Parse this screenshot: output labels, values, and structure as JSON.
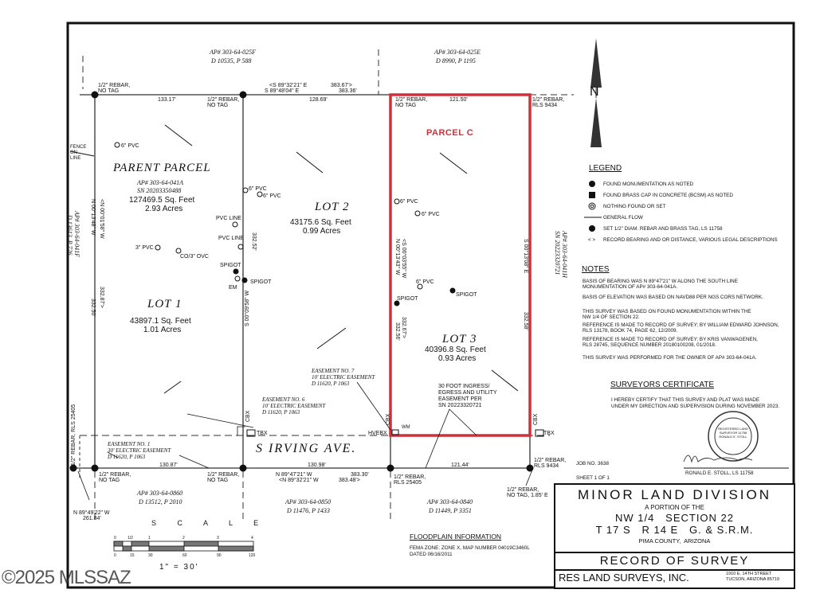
{
  "adjacent": {
    "north_west": {
      "apn": "AP# 303-64-025F",
      "deed": "D 10535, P 588"
    },
    "north_east": {
      "apn": "AP# 303-64-025E",
      "deed": "D 8990, P 1195"
    },
    "west": {
      "apn": "AP# 303-64-041F",
      "deed": "D 13613, P 726"
    },
    "east": {
      "apn": "AP# 303-64-041H",
      "sn": "SN 20223320721"
    },
    "south_1": {
      "apn": "AP# 303-64-0860",
      "deed": "D 13512, P 2010"
    },
    "south_2": {
      "apn": "AP# 303-64-0850",
      "deed": "D 11476, P 1433"
    },
    "south_3": {
      "apn": "AP# 303-64-0840",
      "deed": "D 11449, P 3351"
    }
  },
  "parcels": {
    "parent": {
      "name": "PARENT PARCEL",
      "apn": "AP# 303-64-041A",
      "sn": "SN 20203350488",
      "sqft": "127469.5 Sq. Feet",
      "acres": "2.93 Acres"
    },
    "lot1": {
      "name": "LOT 1",
      "sqft": "43897.1 Sq. Feet",
      "acres": "1.01 Acres"
    },
    "lot2": {
      "name": "LOT 2",
      "sqft": "43175.6 Sq. Feet",
      "acres": "0.99 Acres"
    },
    "lot3": {
      "name": "LOT 3",
      "sqft": "40396.8 Sq. Feet",
      "acres": "0.93 Acres"
    },
    "parcel_c": {
      "name": "PARCEL C",
      "color": "#d0303a"
    }
  },
  "monuments": {
    "rebar_no_tag": "1/2\" REBAR,",
    "no_tag": "NO TAG",
    "rls_9434": "RLS 9434",
    "rls_25405": "RLS 25405",
    "rebar_rot": "1/2\" REBAR, RLS 25405",
    "no_tag_185": "NO TAG, 1.85' E"
  },
  "dimensions": {
    "top_1": "133.17'",
    "top_2": "128.69'",
    "top_3": "121.50'",
    "top_record": "<S 89°32'21\" E",
    "top_record_dist": "383.67'>",
    "top_bearing": "S 89°48'04\" E",
    "top_dist": "383.36'",
    "bottom_1": "130.87'",
    "bottom_2": "130.98'",
    "bottom_3": "121.44'",
    "bottom_bearing": "N 89°47'21\" W",
    "bottom_record": "<N 89°32'21\" W",
    "bottom_dist": "383.30'",
    "bottom_record_dist": "383.48'>",
    "sw_bearing": "N 89°49'22\" W",
    "sw_dist": "261.84'",
    "west_bearing": "N 00°13'48\" W",
    "west_record": "<N 00°01'58\" W",
    "west_record_dist": "332.87'>",
    "west_dist": "332.50'",
    "mid_dist": "332.52'",
    "mid_bearing": "S 00°09'58\" W",
    "pc_record": "<S 00°03'55\" W",
    "pc_bearing": "N 00°13'43\" W",
    "pc_record_dist": "332.67'>",
    "pc_dist": "332.56'",
    "east_bearing": "S 00°13'08\" E",
    "east_dist": "332.58'"
  },
  "features": {
    "fence": "FENCE ON LINE",
    "pvc6": "6\" PVC",
    "pvc3": "3\" PVC",
    "co": "CO/3\" OVC",
    "pvc_line": "PVC LINE",
    "spigot": "SPIGOT",
    "em": "EM",
    "cbx": "CBX",
    "tbx": "TBX",
    "hvebx": "HVEBX",
    "wm": "WM"
  },
  "easements": {
    "e1": {
      "title": "EASEMENT NO. 1",
      "desc": "30' ELECTRIC EASEMENT",
      "ref": "D 11620, P 1063"
    },
    "e6": {
      "title": "EASEMENT NO. 6",
      "desc": "10' ELECTRIC EASEMENT",
      "ref": "D 11620, P 1063"
    },
    "e7": {
      "title": "EASEMENT NO. 7",
      "desc": "10' ELECTRIC EASEMENT",
      "ref": "D 11620, P 1063"
    },
    "ingress": [
      "30 FOOT INGRESS/",
      "EGRESS AND UTILITY",
      "EASEMENT PER",
      "SN 20223320721"
    ]
  },
  "street": "S IRVING AVE.",
  "north_arrow": "N",
  "scale": {
    "title": "S C A L E",
    "top_ticks": [
      "0",
      "1/2",
      "1",
      "2",
      "3",
      "4"
    ],
    "bottom_ticks": [
      "0",
      "15",
      "30",
      "60",
      "90",
      "120"
    ],
    "ratio": "1\" = 30'"
  },
  "legend": {
    "title": "LEGEND",
    "items": [
      {
        "icon": "found-monument",
        "label": "FOUND MONUMENTATION AS NOTED"
      },
      {
        "icon": "brass-cap",
        "label": "FOUND BRASS CAP IN CONCRETE (BCSM) AS NOTED"
      },
      {
        "icon": "nothing-found",
        "label": "NOTHING FOUND OR SET"
      },
      {
        "icon": "general-flow",
        "label": "GENERAL FLOW"
      },
      {
        "icon": "set-rebar",
        "label": "SET 1/2\" DIAM. REBAR AND BRASS TAG, LS 11758"
      },
      {
        "icon": "record-bearing",
        "label": "RECORD BEARING AND OR DISTANCE, VARIOUS LEGAL DESCRIPTIONS"
      }
    ]
  },
  "notes": {
    "title": "NOTES",
    "items": [
      [
        "BASIS OF BEARING WAS N 89°47'21\" W ALONG THE SOUTH LINE",
        "MONUMENTATION OF AP# 303-64-041A."
      ],
      [
        "BASIS OF ELEVATION WAS BASED ON NAVD88 PER NGS CORS NETWORK."
      ],
      [
        "THIS SURVEY WAS BASED ON FOUND MONUMENTATION WITHIN THE",
        "NW 1/4 OF SECTION 22."
      ],
      [
        "REFERENCE IS MADE TO RECORD OF SURVEY; BY WILLIAM EDWARD JOHNSON,",
        "RLS 13178, BOOK 74, PAGE 62, 12/2009."
      ],
      [
        "REFERENCE IS MADE TO RECORD OF SURVEY; BY KRIS VANWAGENEN,",
        "RLS 28745, SEQUENCE NUMBER 20180100208, 01/2018."
      ],
      [
        "THIS SURVEY WAS PERFORMED FOR THE OWNER OF AP# 303-64-041A."
      ]
    ]
  },
  "certificate": {
    "title": "SURVEYORS CERTIFICATE",
    "lines": [
      "I HEREBY CERTIFY THAT THIS SURVEY AND PLAT WAS MADE",
      "UNDER MY DIRECTION AND SUPERVISION DURING NOVEMBER 2023."
    ],
    "seal": "REGISTERED LAND SURVEYOR 11758 RONALD E. STOLL",
    "signature": "R E Stoll",
    "surveyor": "RONALD E. STOLL, LS 11758"
  },
  "job": {
    "job_no": "JOB NO. 3638",
    "sheet": "SHEET 1 OF 1"
  },
  "floodplain": {
    "title": "FLOODPLAIN INFORMATION",
    "lines": [
      "FEMA ZONE: ZONE X, MAP NUMBER 04019C3460L",
      "DATED 06/16/2011"
    ]
  },
  "title_block": {
    "title": "MINOR LAND DIVISION",
    "line1": "A PORTION OF THE",
    "line2": "NW 1/4   SECTION 22",
    "line3": "T 17 S   R 14 E   G. & S.R.M.",
    "line4": "PIMA COUNTY,  ARIZONA",
    "record": "RECORD OF SURVEY",
    "company": "RES LAND SURVEYS, INC.",
    "address": [
      "1910 E. 14TH STREET",
      "TUCSON, ARIZONA  85719"
    ]
  },
  "watermark": "©2025 MLSSAZ"
}
